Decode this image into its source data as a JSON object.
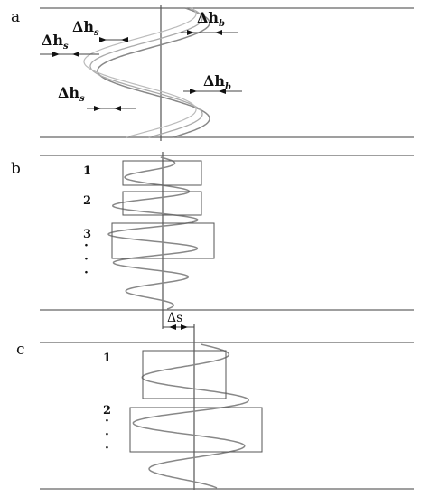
{
  "panels": {
    "a": {
      "letter": "a",
      "labels": [
        {
          "symbol": "Δh",
          "sub": "s"
        },
        {
          "symbol": "Δh",
          "sub": "s"
        },
        {
          "symbol": "Δh",
          "sub": "s"
        },
        {
          "symbol": "Δh",
          "sub": "b"
        },
        {
          "symbol": "Δh",
          "sub": "b"
        }
      ]
    },
    "b": {
      "letter": "b",
      "window_labels": [
        "1",
        "2",
        "3"
      ],
      "ellipsis": [
        "·",
        "·",
        "·"
      ]
    },
    "c": {
      "letter": "c",
      "window_labels": [
        "1",
        "2"
      ],
      "ellipsis": [
        "·",
        "·",
        "·"
      ]
    }
  },
  "shift_label": "Δs"
}
